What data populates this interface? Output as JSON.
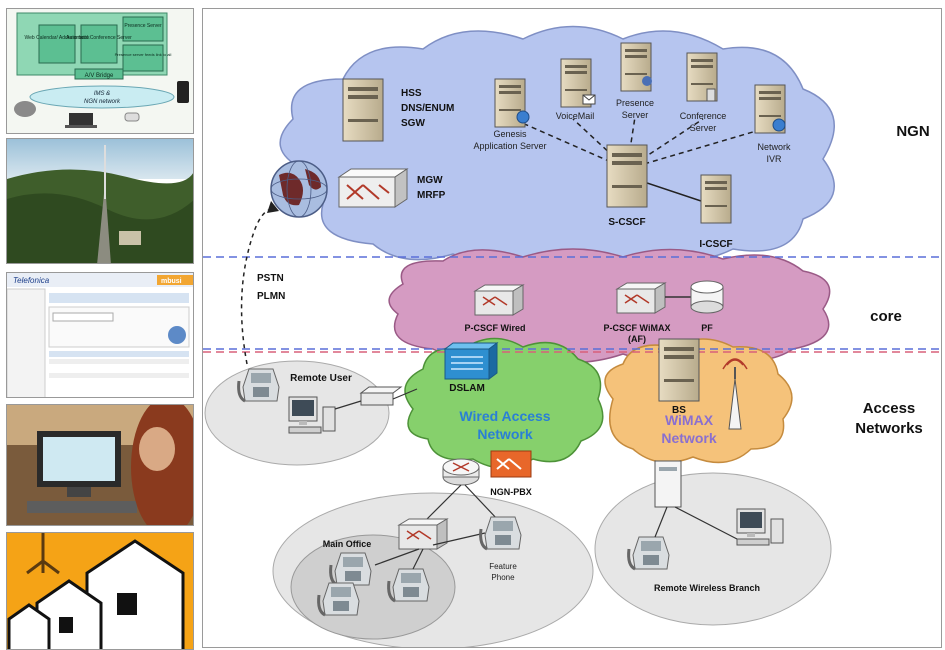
{
  "thumbnails": {
    "ims": {
      "web_calendar": "Web Calendar/ Address book",
      "conference": "Automatic Conference Server",
      "presence": "Presence Server",
      "presence_note": "Presence server feeds link to all",
      "av_bridge": "A/V Bridge",
      "ims_label": "IMS &",
      "ngn_network": "NGN network"
    },
    "app": {
      "brand_left": "Telefonica",
      "brand_right": "mbusi"
    }
  },
  "diagram": {
    "zones": {
      "ngn": "NGN",
      "core": "core",
      "access_1": "Access",
      "access_2": "Networks"
    },
    "ngn": {
      "hss": "HSS",
      "dns_enum": "DNS/ENUM",
      "sgw": "SGW",
      "mgw": "MGW",
      "mrfp": "MRFP",
      "genesis_1": "Genesis",
      "genesis_2": "Application Server",
      "voicemail": "VoiceMail",
      "presence_1": "Presence",
      "presence_2": "Server",
      "conference_1": "Conference",
      "conference_2": "Server",
      "network_ivr_1": "Network",
      "network_ivr_2": "IVR",
      "scscf": "S-CSCF",
      "icscf": "I-CSCF"
    },
    "core": {
      "pstn": "PSTN",
      "plmn": "PLMN",
      "pcscf_wired": "P-CSCF Wired",
      "pcscf_wimax_1": "P-CSCF WiMAX",
      "pcscf_wimax_2": "(AF)",
      "pf": "PF"
    },
    "access": {
      "remote_user": "Remote User",
      "dslam": "DSLAM",
      "wired_1": "Wired Access",
      "wired_2": "Network",
      "bs": "BS",
      "wimax_1": "WiMAX",
      "wimax_2": "Network",
      "ngn_pbx": "NGN-PBX",
      "main_office": "Main Office",
      "feature_1": "Feature",
      "feature_2": "Phone",
      "remote_wireless": "Remote Wireless Branch"
    }
  },
  "colors": {
    "ngn_cloud": "#b7c6f0",
    "core_cloud": "#d49ac0",
    "wired_cloud": "#86d06c",
    "wimax_cloud": "#f6c37a",
    "wired_text": "#2a7fd6",
    "wimax_text": "#8a6fd0",
    "divider": "#5a6fd8",
    "divider2": "#d8607a"
  }
}
